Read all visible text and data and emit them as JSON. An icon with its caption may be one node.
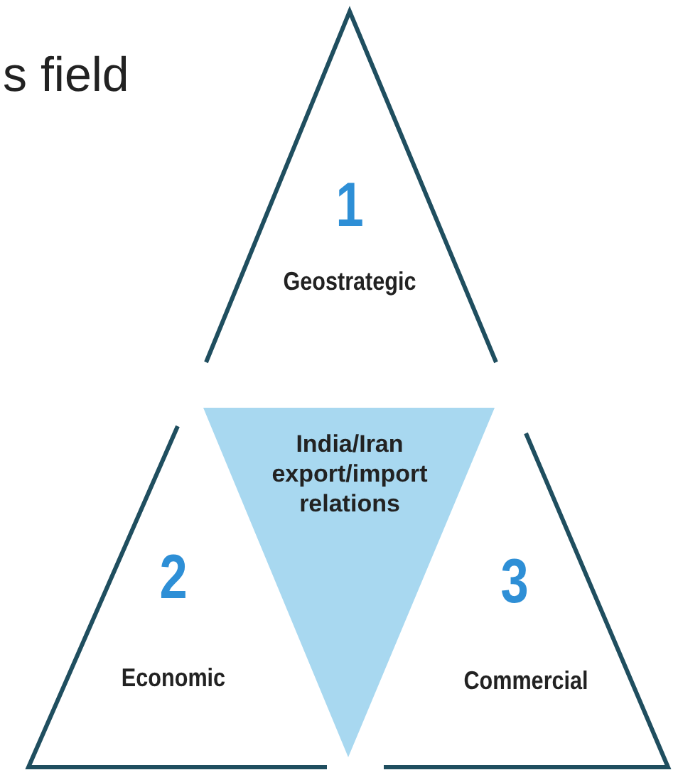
{
  "diagram": {
    "nodes": [
      {
        "text": [
          "1",
          "Geostrategic"
        ]
      },
      {
        "text": [
          "India/Iran export/import relations"
        ]
      },
      {
        "text": [
          "2",
          "Economic"
        ]
      },
      {
        "text": [
          "3",
          "Commercial"
        ]
      }
    ],
    "labels": [
      "s field"
    ]
  }
}
